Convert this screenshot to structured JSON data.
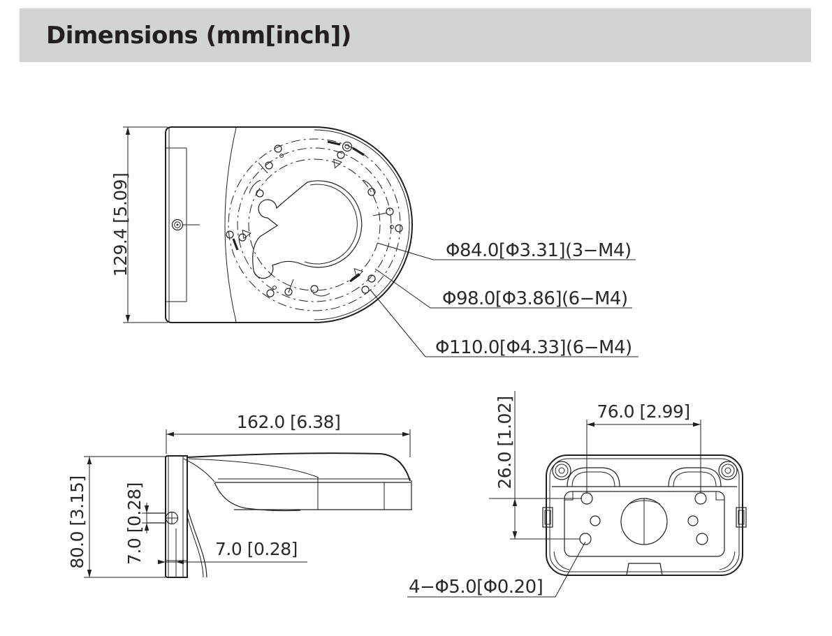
{
  "header": {
    "title": "Dimensions (mm[inch])"
  },
  "top_view": {
    "height_dim": "129.4 [5.09]",
    "callout_84": "Φ84.0[Φ3.31](3−M4)",
    "callout_98": "Φ98.0[Φ3.86](6−M4)",
    "callout_110": "Φ110.0[Φ4.33](6−M4)"
  },
  "side_view": {
    "length_dim": "162.0 [6.38]",
    "height_dim": "80.0 [3.15]",
    "screw_dia_dim": "7.0 [0.28]",
    "plate_thickness_dim": "7.0 [0.28]"
  },
  "rear_view": {
    "hole_spacing_horizontal": "76.0 [2.99]",
    "hole_spacing_vertical": "26.0 [1.02]",
    "mounting_holes_callout": "4−Φ5.0[Φ0.20]"
  },
  "colors": {
    "header_bg": "#d1d3d4",
    "line": "#231f20",
    "text": "#2a2a2a"
  }
}
